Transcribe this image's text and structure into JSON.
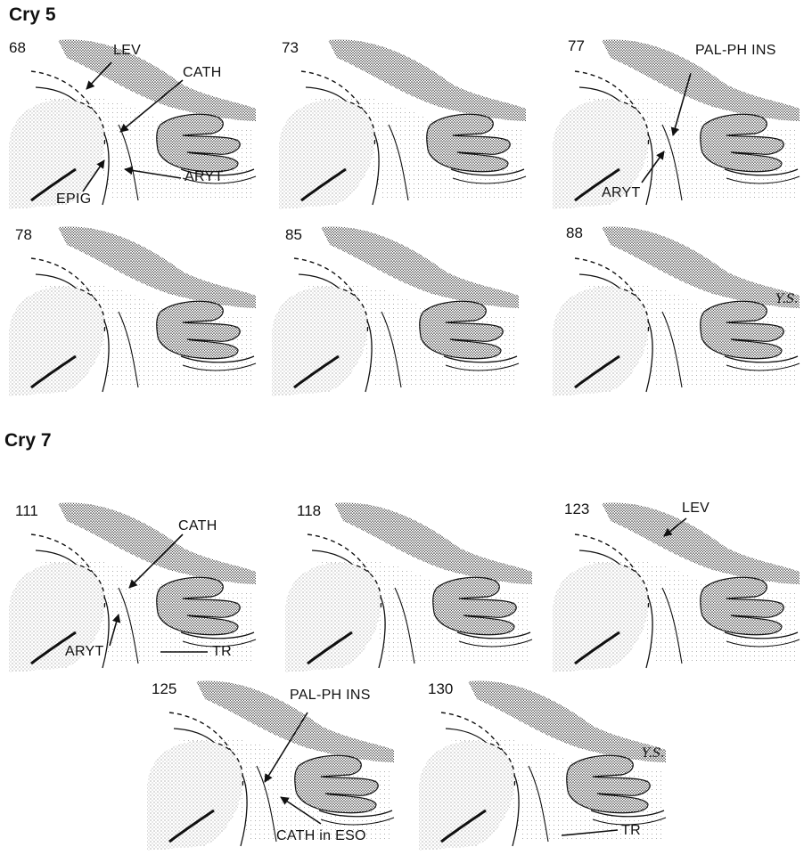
{
  "sections": [
    {
      "title": "Cry 5",
      "panels": [
        {
          "frame": "68",
          "labels": [
            "LEV",
            "CATH",
            "EPIG",
            "ARYT"
          ]
        },
        {
          "frame": "73",
          "labels": []
        },
        {
          "frame": "77",
          "labels": [
            "PAL-PH INS",
            "ARYT"
          ]
        },
        {
          "frame": "78",
          "labels": []
        },
        {
          "frame": "85",
          "labels": []
        },
        {
          "frame": "88",
          "labels": [],
          "initials": "Y.S."
        }
      ]
    },
    {
      "title": "Cry 7",
      "panels": [
        {
          "frame": "111",
          "labels": [
            "CATH",
            "ARYT",
            "TR"
          ]
        },
        {
          "frame": "118",
          "labels": []
        },
        {
          "frame": "123",
          "labels": [
            "LEV"
          ]
        },
        {
          "frame": "125",
          "labels": [
            "PAL-PH INS",
            "CATH in ESO"
          ]
        },
        {
          "frame": "130",
          "labels": [
            "TR"
          ],
          "initials": "Y.S."
        }
      ]
    }
  ],
  "colors": {
    "ink": "#111111",
    "stipple": "#6b6b6b",
    "background": "#ffffff"
  }
}
